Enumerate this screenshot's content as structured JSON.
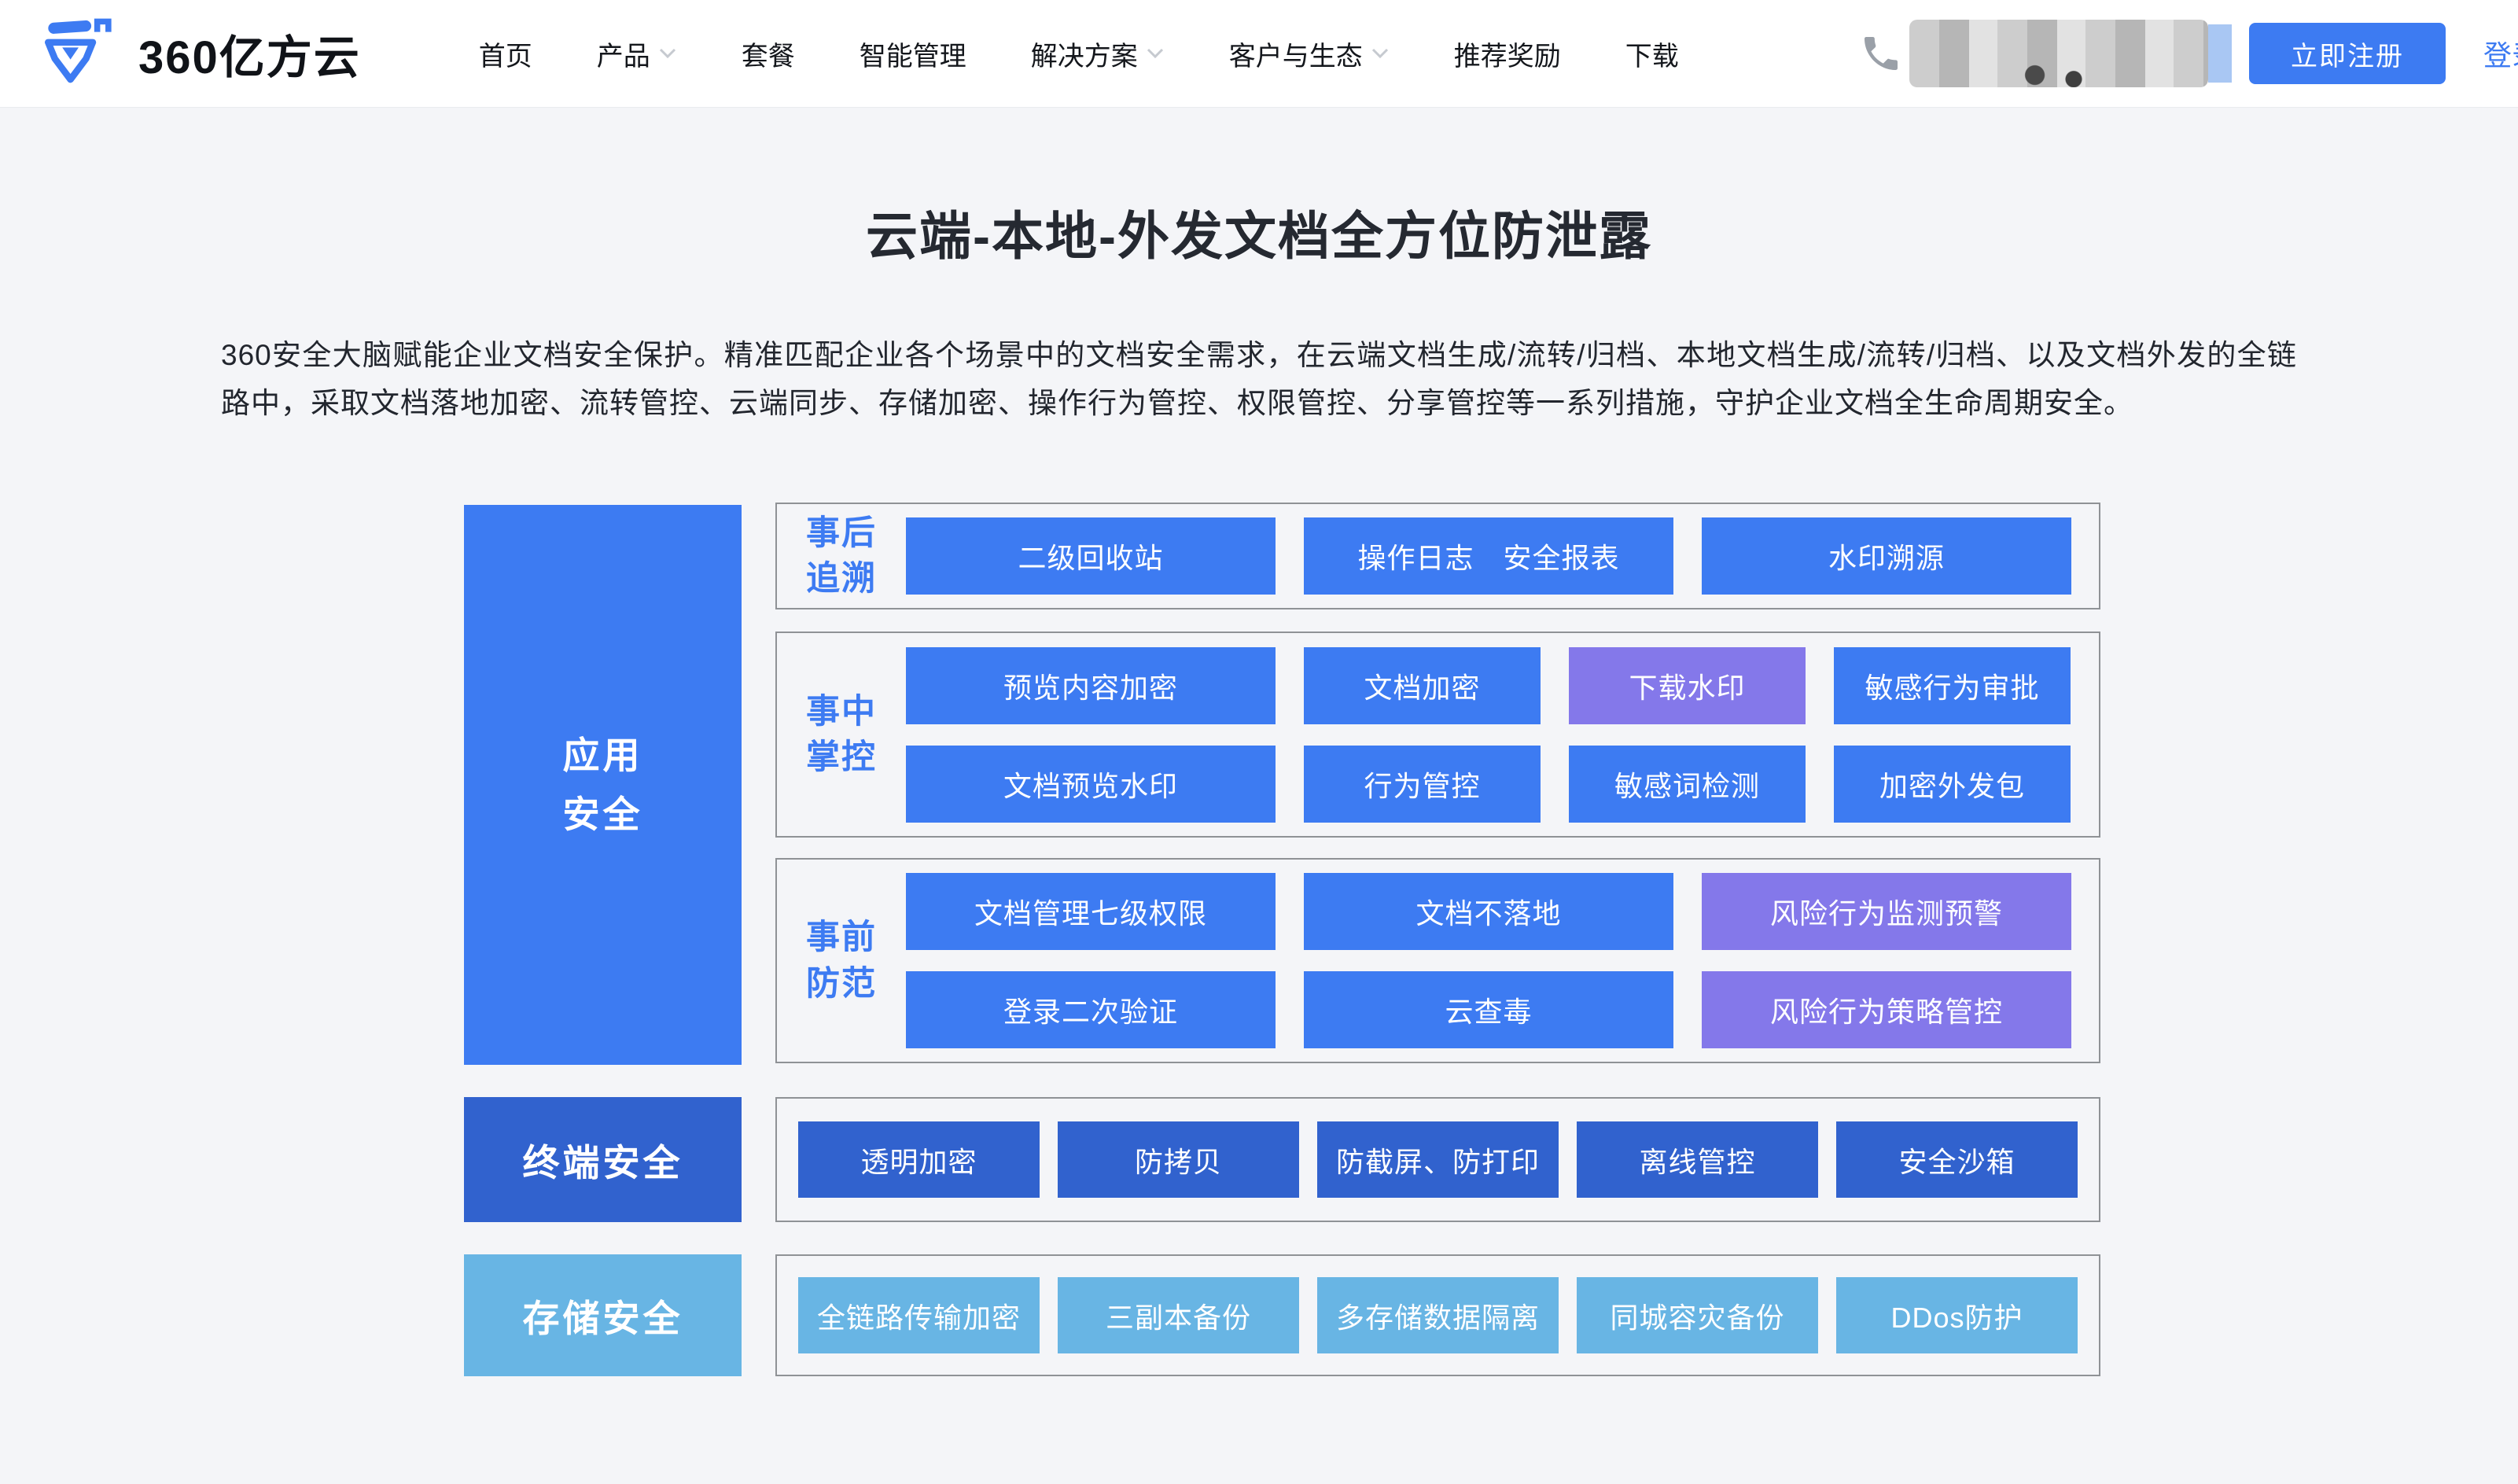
{
  "palette": {
    "primary_blue": "#3d7bf2",
    "dark_blue": "#3162ce",
    "light_blue": "#68b5e4",
    "purple": "#8478ea",
    "page_bg": "#f4f5f8",
    "nav_bg": "#ffffff",
    "border_gray": "#8f9296",
    "text_dark": "#22262e"
  },
  "nav": {
    "logo_text": "360亿方云",
    "items": [
      {
        "label": "首页"
      },
      {
        "label": "产品",
        "dropdown": true
      },
      {
        "label": "套餐"
      },
      {
        "label": "智能管理"
      },
      {
        "label": "解决方案",
        "dropdown": true
      },
      {
        "label": "客户与生态",
        "dropdown": true
      },
      {
        "label": "推荐奖励"
      },
      {
        "label": "下载"
      }
    ],
    "register_button": "立即注册",
    "login_link": "登录"
  },
  "hero": {
    "title": "云端-本地-外发文档全方位防泄露",
    "description": "360安全大脑赋能企业文档安全保护。精准匹配企业各个场景中的文档安全需求，在云端文档生成/流转/归档、本地文档生成/流转/归档、以及文档外发的全链路中，采取文档落地加密、流转管控、云端同步、存储加密、操作行为管控、权限管控、分享管控等一系列措施，守护企业文档全生命周期安全。"
  },
  "diagram": {
    "categories": [
      {
        "label": "应用\n安全"
      },
      {
        "label": "终端安全"
      },
      {
        "label": "存储安全"
      }
    ],
    "groups": [
      {
        "label": "事后\n追溯",
        "rows": [
          [
            {
              "label": "二级回收站"
            },
            {
              "label": "操作日志　安全报表"
            },
            {
              "label": "水印溯源"
            }
          ]
        ]
      },
      {
        "label": "事中\n掌控",
        "rows": [
          [
            {
              "label": "预览内容加密"
            },
            {
              "label": "文档加密"
            },
            {
              "label": "下载水印"
            },
            {
              "label": "敏感行为审批"
            }
          ],
          [
            {
              "label": "文档预览水印"
            },
            {
              "label": "行为管控"
            },
            {
              "label": "敏感词检测"
            },
            {
              "label": "加密外发包"
            }
          ]
        ]
      },
      {
        "label": "事前\n防范",
        "rows": [
          [
            {
              "label": "文档管理七级权限"
            },
            {
              "label": "文档不落地"
            },
            {
              "label": "风险行为监测预警"
            }
          ],
          [
            {
              "label": "登录二次验证"
            },
            {
              "label": "云查毒"
            },
            {
              "label": "风险行为策略管控"
            }
          ]
        ]
      },
      {
        "rows": [
          [
            {
              "label": "透明加密"
            },
            {
              "label": "防拷贝"
            },
            {
              "label": "防截屏、防打印"
            },
            {
              "label": "离线管控"
            },
            {
              "label": "安全沙箱"
            }
          ]
        ]
      },
      {
        "rows": [
          [
            {
              "label": "全链路传输加密"
            },
            {
              "label": "三副本备份"
            },
            {
              "label": "多存储数据隔离"
            },
            {
              "label": "同城容灾备份"
            },
            {
              "label": "DDos防护"
            }
          ]
        ]
      }
    ]
  }
}
